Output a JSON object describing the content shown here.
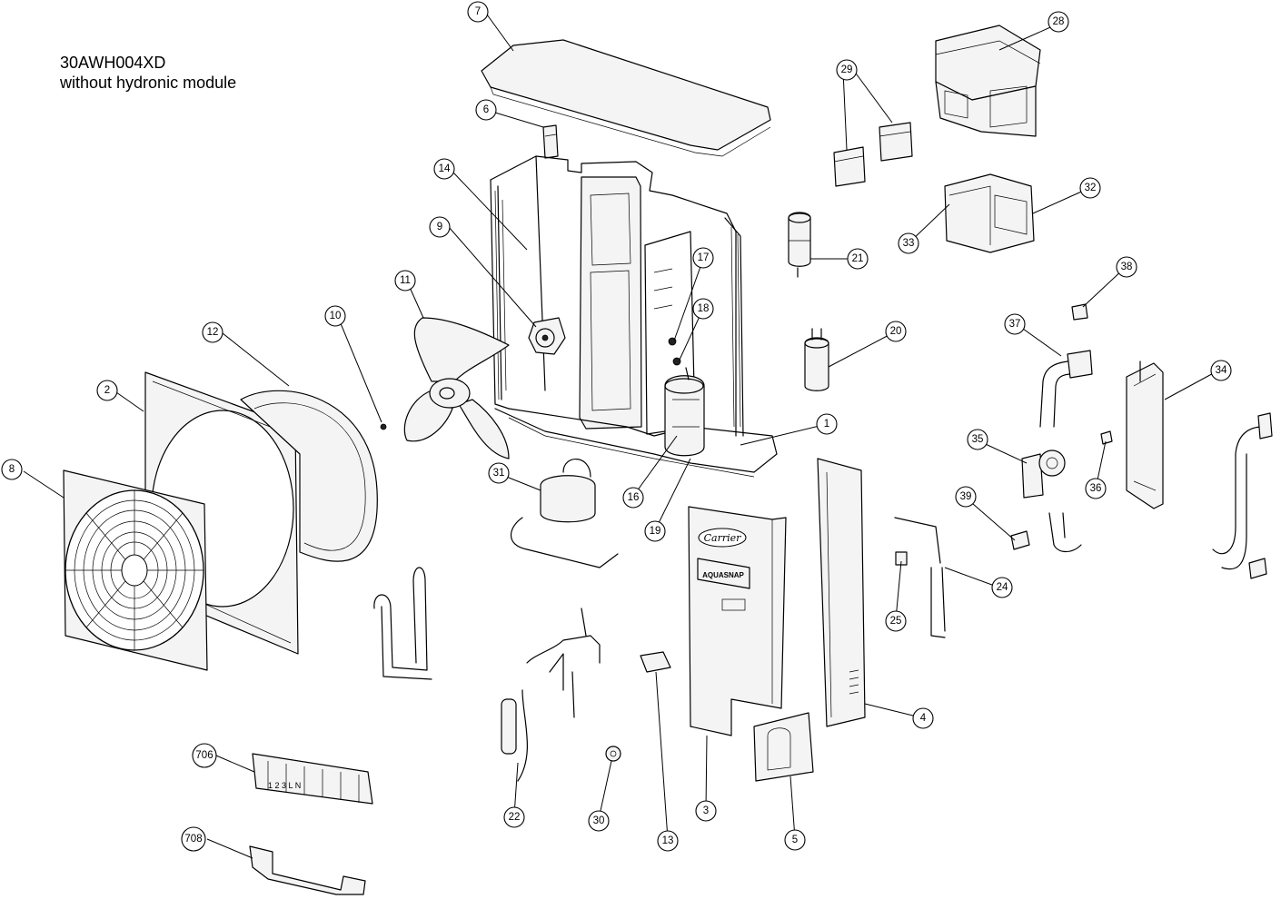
{
  "header": {
    "model": "30AWH004XD",
    "subtitle": "without hydronic module"
  },
  "labels": {
    "brand": "Carrier",
    "product": "AQUASNAP",
    "terminal_block": "1 2 3 L N"
  },
  "callouts": [
    "1",
    "2",
    "3",
    "4",
    "5",
    "6",
    "7",
    "8",
    "9",
    "10",
    "11",
    "12",
    "13",
    "14",
    "16",
    "17",
    "18",
    "19",
    "20",
    "21",
    "22",
    "24",
    "25",
    "28",
    "29",
    "30",
    "31",
    "32",
    "33",
    "34",
    "35",
    "36",
    "37",
    "38",
    "39",
    "706",
    "708"
  ]
}
